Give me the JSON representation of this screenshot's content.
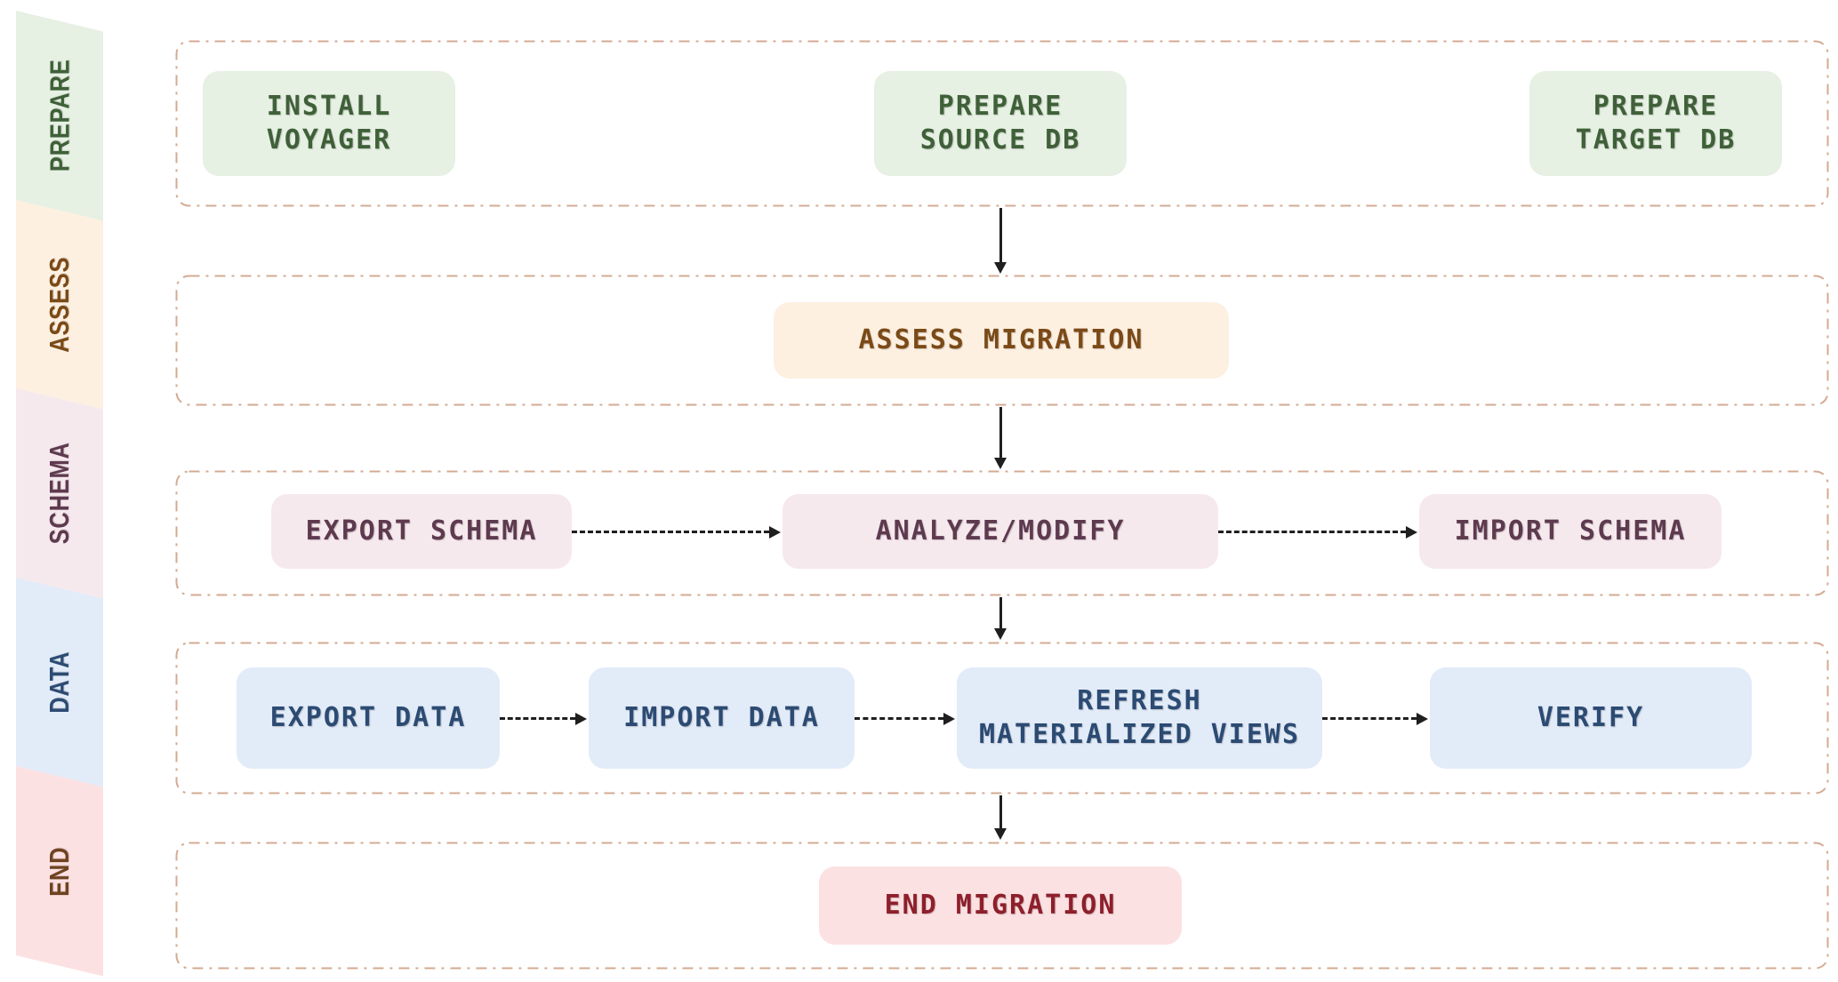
{
  "sidebar": {
    "segments": [
      {
        "id": "prepare",
        "label": "PREPARE"
      },
      {
        "id": "assess",
        "label": "ASSESS"
      },
      {
        "id": "schema",
        "label": "SCHEMA"
      },
      {
        "id": "data",
        "label": "DATA"
      },
      {
        "id": "end",
        "label": "END"
      }
    ]
  },
  "nodes": {
    "install_voyager": {
      "label": "INSTALL\nVOYAGER"
    },
    "prepare_source_db": {
      "label": "PREPARE\nSOURCE DB"
    },
    "prepare_target_db": {
      "label": "PREPARE\nTARGET DB"
    },
    "assess_migration": {
      "label": "ASSESS MIGRATION"
    },
    "export_schema": {
      "label": "EXPORT SCHEMA"
    },
    "analyze_modify": {
      "label": "ANALYZE/MODIFY"
    },
    "import_schema": {
      "label": "IMPORT SCHEMA"
    },
    "export_data": {
      "label": "EXPORT DATA"
    },
    "import_data": {
      "label": "IMPORT DATA"
    },
    "refresh_materialized_views": {
      "label": "REFRESH\nMATERIALIZED VIEWS"
    },
    "verify": {
      "label": "VERIFY"
    },
    "end_migration": {
      "label": "END MIGRATION"
    }
  },
  "edges": [
    {
      "from": "stage-prepare",
      "to": "stage-assess",
      "style": "solid"
    },
    {
      "from": "stage-assess",
      "to": "stage-schema",
      "style": "solid"
    },
    {
      "from": "stage-schema",
      "to": "stage-data",
      "style": "solid"
    },
    {
      "from": "stage-data",
      "to": "stage-end",
      "style": "solid"
    },
    {
      "from": "export_schema",
      "to": "analyze_modify",
      "style": "dashed"
    },
    {
      "from": "analyze_modify",
      "to": "import_schema",
      "style": "dashed"
    },
    {
      "from": "export_data",
      "to": "import_data",
      "style": "dashed"
    },
    {
      "from": "import_data",
      "to": "refresh_materialized_views",
      "style": "dashed"
    },
    {
      "from": "refresh_materialized_views",
      "to": "verify",
      "style": "dashed"
    }
  ],
  "colors": {
    "canvasBg": "#ffffff",
    "rowBorder": "#d3ab93",
    "arrow": "#1f1f1f",
    "prepareBg": "#e6f0e3",
    "prepareText": "#3f6038",
    "assessBg": "#fdf0e1",
    "assessText": "#7b4a17",
    "schemaBg": "#f6e9ed",
    "schemaText": "#5e3a4f",
    "dataBg": "#e2ebf8",
    "dataText": "#2c4b73",
    "endBg": "#fce1e3",
    "endText": "#8e1f2b",
    "endLabel": "#6f4320"
  }
}
